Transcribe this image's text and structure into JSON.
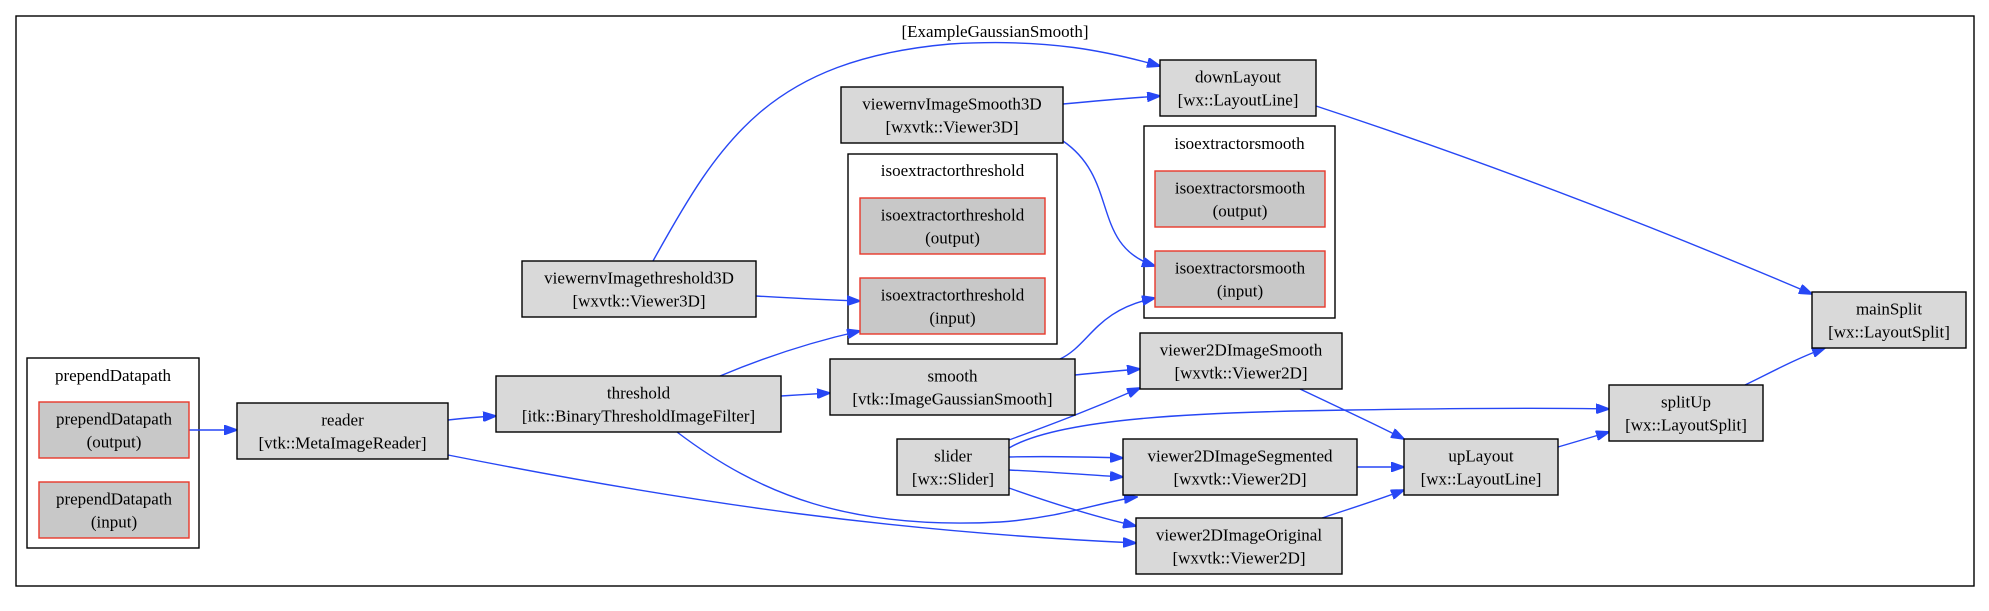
{
  "graph": {
    "title": "[ExampleGaussianSmooth]",
    "edge_color": "#2747f5",
    "port_border_color": "#e8382a",
    "node_fill": "#d9d9d9",
    "port_fill": "#c8c8c8"
  },
  "clusters": [
    {
      "id": "prependDatapath",
      "label": "prependDatapath"
    },
    {
      "id": "isoextractorthreshold",
      "label": "isoextractorthreshold"
    },
    {
      "id": "isoextractorsmooth",
      "label": "isoextractorsmooth"
    }
  ],
  "ports": [
    {
      "id": "pd_out",
      "lines": [
        "prependDatapath",
        "(output)"
      ]
    },
    {
      "id": "pd_in",
      "lines": [
        "prependDatapath",
        "(input)"
      ]
    },
    {
      "id": "iet_out",
      "lines": [
        "isoextractorthreshold",
        "(output)"
      ]
    },
    {
      "id": "iet_in",
      "lines": [
        "isoextractorthreshold",
        "(input)"
      ]
    },
    {
      "id": "ies_out",
      "lines": [
        "isoextractorsmooth",
        "(output)"
      ]
    },
    {
      "id": "ies_in",
      "lines": [
        "isoextractorsmooth",
        "(input)"
      ]
    }
  ],
  "nodes": [
    {
      "id": "reader",
      "lines": [
        "reader",
        "[vtk::MetaImageReader]"
      ]
    },
    {
      "id": "threshold",
      "lines": [
        "threshold",
        "[itk::BinaryThresholdImageFilter]"
      ]
    },
    {
      "id": "viewerThr3D",
      "lines": [
        "viewernvImagethreshold3D",
        "[wxvtk::Viewer3D]"
      ]
    },
    {
      "id": "viewerSmooth3D",
      "lines": [
        "viewernvImageSmooth3D",
        "[wxvtk::Viewer3D]"
      ]
    },
    {
      "id": "downLayout",
      "lines": [
        "downLayout",
        "[wx::LayoutLine]"
      ]
    },
    {
      "id": "smooth",
      "lines": [
        "smooth",
        "[vtk::ImageGaussianSmooth]"
      ]
    },
    {
      "id": "v2dSmooth",
      "lines": [
        "viewer2DImageSmooth",
        "[wxvtk::Viewer2D]"
      ]
    },
    {
      "id": "slider",
      "lines": [
        "slider",
        "[wx::Slider]"
      ]
    },
    {
      "id": "v2dSeg",
      "lines": [
        "viewer2DImageSegmented",
        "[wxvtk::Viewer2D]"
      ]
    },
    {
      "id": "v2dOrig",
      "lines": [
        "viewer2DImageOriginal",
        "[wxvtk::Viewer2D]"
      ]
    },
    {
      "id": "upLayout",
      "lines": [
        "upLayout",
        "[wx::LayoutLine]"
      ]
    },
    {
      "id": "splitUp",
      "lines": [
        "splitUp",
        "[wx::LayoutSplit]"
      ]
    },
    {
      "id": "mainSplit",
      "lines": [
        "mainSplit",
        "[wx::LayoutSplit]"
      ]
    }
  ],
  "edges": [
    {
      "from": "pd_out",
      "to": "reader"
    },
    {
      "from": "reader",
      "to": "threshold"
    },
    {
      "from": "reader",
      "to": "v2dOrig"
    },
    {
      "from": "threshold",
      "to": "smooth"
    },
    {
      "from": "threshold",
      "to": "iet_in"
    },
    {
      "from": "threshold",
      "to": "v2dSeg"
    },
    {
      "from": "viewerThr3D",
      "to": "iet_in"
    },
    {
      "from": "viewerThr3D",
      "to": "downLayout"
    },
    {
      "from": "viewerSmooth3D",
      "to": "downLayout"
    },
    {
      "from": "viewerSmooth3D",
      "to": "ies_in"
    },
    {
      "from": "smooth",
      "to": "ies_in"
    },
    {
      "from": "smooth",
      "to": "v2dSmooth"
    },
    {
      "from": "slider",
      "to": "v2dSmooth"
    },
    {
      "from": "slider",
      "to": "v2dSeg"
    },
    {
      "from": "slider",
      "to": "v2dOrig"
    },
    {
      "from": "slider",
      "to": "splitUp"
    },
    {
      "from": "v2dSmooth",
      "to": "upLayout"
    },
    {
      "from": "v2dSeg",
      "to": "upLayout"
    },
    {
      "from": "v2dOrig",
      "to": "upLayout"
    },
    {
      "from": "upLayout",
      "to": "splitUp"
    },
    {
      "from": "splitUp",
      "to": "mainSplit"
    },
    {
      "from": "downLayout",
      "to": "mainSplit"
    }
  ]
}
